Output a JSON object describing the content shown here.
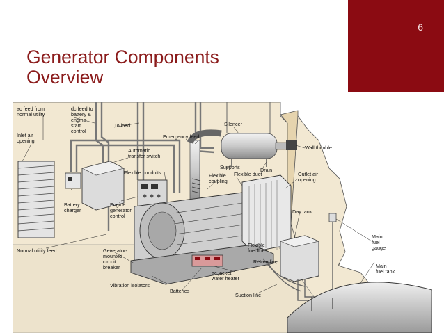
{
  "slide": {
    "number": "6",
    "title_line1": "Generator Components",
    "title_line2": "Overview",
    "accent": "#8b0b12"
  },
  "diagram": {
    "labels": {
      "ac_feed": [
        "ac feed from",
        "normal utility"
      ],
      "dc_feed": [
        "dc feed to",
        "battery &",
        "engine",
        "start",
        "control"
      ],
      "to_load": [
        "To load"
      ],
      "silencer": [
        "Silencer"
      ],
      "inlet_air": [
        "Inlet air",
        "opening"
      ],
      "emergency_feed": [
        "Emergency feed"
      ],
      "wall_thimble": [
        "Wall thimble"
      ],
      "automatic_switch": [
        "Automatic",
        "transfer switch"
      ],
      "supports": [
        "Supports"
      ],
      "drain": [
        "Drain"
      ],
      "flexible_conduits": [
        "Flexible conduits"
      ],
      "flexible_coupling": [
        "Flexible",
        "coupling"
      ],
      "flexible_duct": [
        "Flexible duct"
      ],
      "outlet_air": [
        "Outlet air",
        "opening"
      ],
      "battery_charger": [
        "Battery",
        "charger"
      ],
      "engine_control": [
        "Engine",
        "generator",
        "control"
      ],
      "day_tank": [
        "Day tank"
      ],
      "main_fuel_gauge": [
        "Main",
        "fuel",
        "gauge"
      ],
      "normal_utility_feed": [
        "Normal utility feed"
      ],
      "generator_breaker": [
        "Generator-",
        "mounted",
        "circuit",
        "breaker"
      ],
      "flexible_fuel_lines": [
        "Flexible",
        "fuel lines"
      ],
      "return_line": [
        "Return line"
      ],
      "main_fuel_tank": [
        "Main",
        "fuel tank"
      ],
      "vibration_isolators": [
        "Vibration isolators"
      ],
      "batteries": [
        "Batteries"
      ],
      "jacket_heater": [
        "ac jacket",
        "water heater"
      ],
      "suction_line": [
        "Suction line"
      ]
    }
  }
}
